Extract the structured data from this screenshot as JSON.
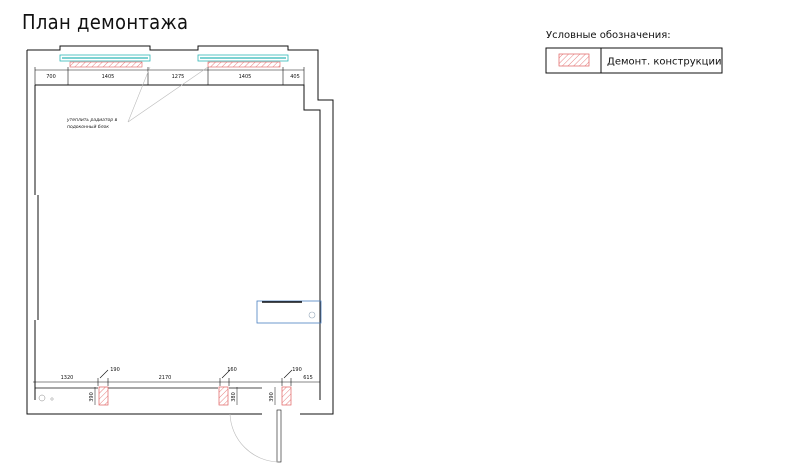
{
  "title": "План демонтажа",
  "legend": {
    "title": "Условные обозначения:",
    "items": [
      {
        "label": "Демонт. конструкции"
      }
    ]
  },
  "annotation": {
    "line1": "утеплить радиатор в",
    "line2": "подоконный блок"
  },
  "dimensions": {
    "top": [
      "700",
      "1405",
      "1275",
      "1405",
      "405"
    ],
    "bottom": [
      "1320",
      "190",
      "2170",
      "160",
      "190",
      "615"
    ],
    "vertical": [
      "390",
      "380",
      "390"
    ]
  },
  "colors": {
    "line": "#111111",
    "demolition_hatch": "#e06060",
    "window_glass": "#2fb7b7",
    "fixture": "#4a7fc1"
  }
}
